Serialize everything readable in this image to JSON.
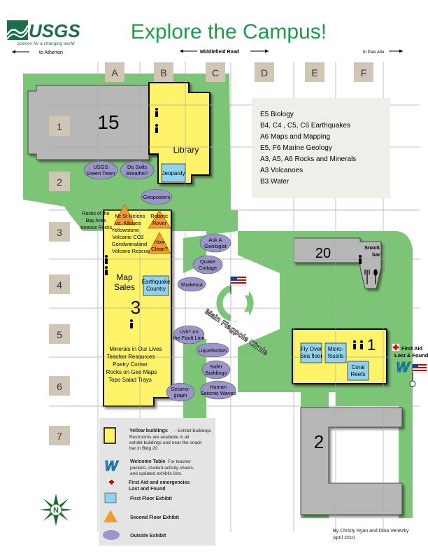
{
  "title": "Explore the Campus!",
  "logo": {
    "name": "USGS",
    "tagline": "science for a changing world"
  },
  "roads": {
    "left": "to Atherton",
    "middle": "Middlefield Road",
    "right": "to Palo Alto"
  },
  "grid": {
    "columns": [
      "A",
      "B",
      "C",
      "D",
      "E",
      "F"
    ],
    "rows": [
      "1",
      "2",
      "3",
      "4",
      "5",
      "6",
      "7"
    ]
  },
  "buildings": {
    "b15": "15",
    "b20": "20",
    "b3": "3",
    "b1": "1",
    "b2": "2",
    "library": "Library",
    "map_sales": [
      "Map",
      "Sales"
    ],
    "snack_bar": [
      "Snack",
      "bar"
    ]
  },
  "topics": [
    "E5 Biology",
    "B4, C4 , C5, C6 Earthquakes",
    "A6 Maps and Mapping",
    "E5, F6 Marine Geology",
    "A3, A5, A6 Rocks and Minerals",
    "A3 Volcanoes",
    "B3 Water"
  ],
  "outside_exhibits": {
    "green_team": [
      "USGS",
      "Green Team"
    ],
    "do_soils": [
      "Do Soils",
      "Breathe?"
    ],
    "geoposters": [
      "Geoposters"
    ],
    "ask_geologist": [
      "Ask A",
      "Geologist"
    ],
    "quake_cottage": [
      "Quake",
      "Cottage"
    ],
    "shakeout": [
      "Shakeout"
    ],
    "livin_fault": [
      "Livin' on",
      "the Fault Line"
    ],
    "liquefaction": [
      "Liquefaction"
    ],
    "safer_buildings": [
      "Safer",
      "Buildings"
    ],
    "seismograph": [
      "Seismo-",
      "graph"
    ],
    "human_waves": [
      "Human",
      "Seismic Waves"
    ]
  },
  "first_floor_exhibits": {
    "jeopardy": "Jeopardy",
    "earthquake_country": [
      "Earthquake",
      "Country"
    ],
    "fly_over": [
      "Fly Over",
      "Sea floor"
    ],
    "microfossils": [
      "Micro-",
      "fossils"
    ],
    "coral_reefs": [
      "Coral",
      "Reefs"
    ]
  },
  "second_floor_exhibits": {
    "rocks_bay": [
      "Rocks of the",
      "Bay Area",
      "Igneous Rocks"
    ],
    "robotic_rover": [
      "Robotic",
      "Rover"
    ],
    "how_clean": [
      "How",
      "Clean?"
    ]
  },
  "building3_lists": {
    "top": [
      "Mt St Helens",
      "vs. Kilauea",
      "Yellowstone",
      "Volcanic CO2",
      "Gondwanaland",
      "Volcano Rescue"
    ],
    "bottom": [
      "Minerals in Our Lives",
      "Teacher Resources",
      "Poetry Corner",
      "Rocks on Geo Maps",
      "Topo Salad Trays"
    ]
  },
  "flagpole": "Main Flagpole Circle",
  "first_aid": [
    "First Aid",
    "Lost & Found"
  ],
  "welcome_icon": "W",
  "legend": {
    "yellow_title": "Yellow buildings",
    "yellow_text": [
      " - Exhibit Buildings",
      "Restrooms are available in all",
      "exhibit buildings and near the snack",
      "bar in Bldg 20."
    ],
    "welcome_title": "Welcome Table",
    "welcome_text": [
      " - For teacher",
      "packets, student activity sheets,",
      "and updated exhibits lists."
    ],
    "first_aid": [
      "First Aid and emergencies",
      "Lost and Found"
    ],
    "first_floor": "First Floor Exhibit",
    "second_floor": "Second Floor Exhibit",
    "outside": "Outside Exhibit"
  },
  "compass": "N",
  "credit": [
    "By Christy Ryan and Dina Venezky",
    "April 2010"
  ],
  "colors": {
    "title": "#1e9a4c",
    "grass": "#7cc576",
    "building_gray": "#b7b7b7",
    "exhibit_yellow": "#fff36b",
    "first_floor": "#8fd3ef",
    "second_floor": "#f39a2e",
    "outside": "#9b96c9",
    "usgs_blue": "#1c6e4a"
  }
}
